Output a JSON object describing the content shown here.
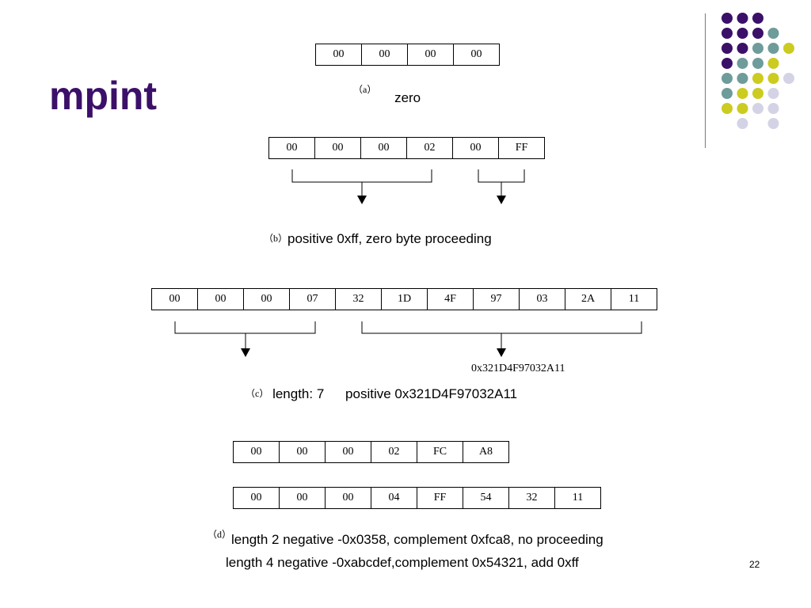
{
  "slide": {
    "title": "mpint",
    "page_number": "22"
  },
  "colors": {
    "title": "#3b1068",
    "dot_purple": "#3b1068",
    "dot_teal": "#6e9c9a",
    "dot_yellow": "#cccb20",
    "dot_lavender": "#d4d3e6"
  },
  "example_a": {
    "bytes": [
      "00",
      "00",
      "00",
      "00"
    ],
    "tag": "（a）",
    "caption": "zero"
  },
  "example_b": {
    "bytes": [
      "00",
      "00",
      "00",
      "02",
      "00",
      "FF"
    ],
    "tag": "（b）",
    "caption": "positive 0xff, zero byte proceeding"
  },
  "example_c": {
    "bytes": [
      "00",
      "00",
      "00",
      "07",
      "32",
      "1D",
      "4F",
      "97",
      "03",
      "2A",
      "11"
    ],
    "value_label": "0x321D4F97032A11",
    "tag": "（c）",
    "caption_length": "length: 7",
    "caption_value": "positive 0x321D4F97032A11"
  },
  "example_d": {
    "bytes_1": [
      "00",
      "00",
      "00",
      "02",
      "FC",
      "A8"
    ],
    "bytes_2": [
      "00",
      "00",
      "00",
      "04",
      "FF",
      "54",
      "32",
      "11"
    ],
    "tag": "（d）",
    "caption_1": "length 2 negative -0x0358, complement 0xfca8, no proceeding",
    "caption_2": "length 4 negative -0xabcdef,complement 0x54321, add 0xff"
  }
}
